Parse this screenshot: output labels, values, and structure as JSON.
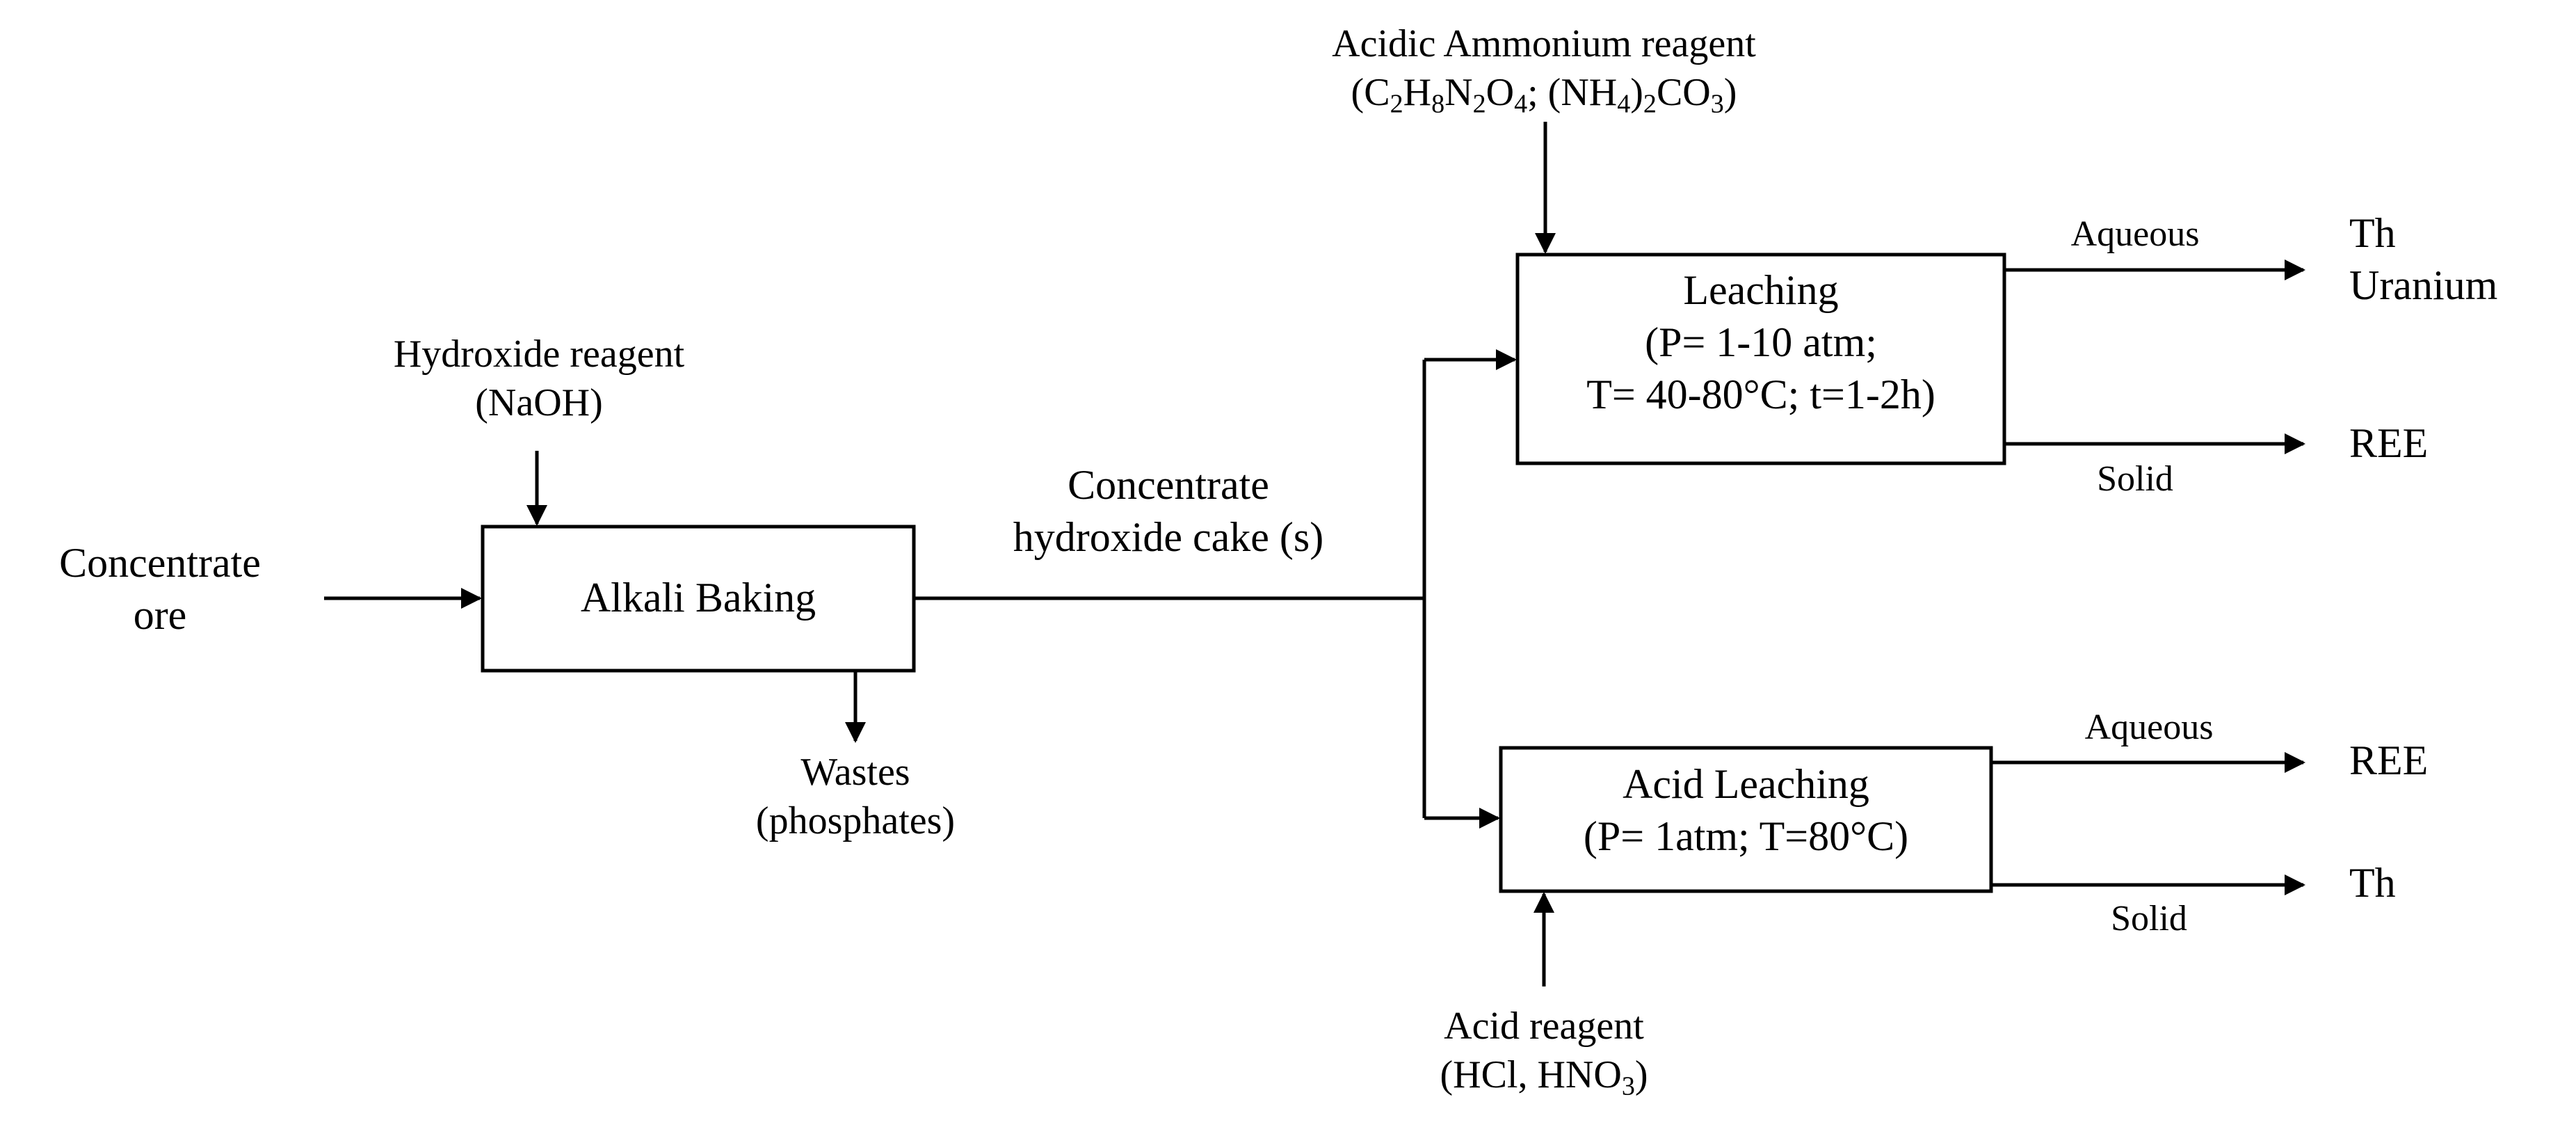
{
  "inputs": {
    "concentrate_ore": [
      "Concentrate",
      "ore"
    ],
    "hydroxide_reagent": [
      "Hydroxide reagent",
      "(NaOH)"
    ],
    "acidic_ammonium_reagent": {
      "name": "Acidic Ammonium reagent",
      "formula1": "C2H8N2O4",
      "formula2": "(NH4)2CO3"
    },
    "acid_reagent": {
      "name": "Acid reagent",
      "formula": "HCl, HNO3"
    }
  },
  "processes": {
    "alkali_baking": "Alkali Baking",
    "leaching": [
      "Leaching",
      "(P= 1-10 atm;",
      "T= 40-80°C; t=1-2h)"
    ],
    "acid_leaching": [
      "Acid Leaching",
      "(P= 1atm; T=80°C)"
    ]
  },
  "streams": {
    "intermediate": [
      "Concentrate",
      "hydroxide cake (s)"
    ],
    "wastes": [
      "Wastes",
      "(phosphates)"
    ],
    "leaching_aqueous_label": "Aqueous",
    "leaching_solid_label": "Solid",
    "acid_aqueous_label": "Aqueous",
    "acid_solid_label": "Solid"
  },
  "products": {
    "leaching_aqueous": [
      "Th",
      "Uranium"
    ],
    "leaching_solid": "REE",
    "acid_aqueous": "REE",
    "acid_solid": "Th"
  }
}
